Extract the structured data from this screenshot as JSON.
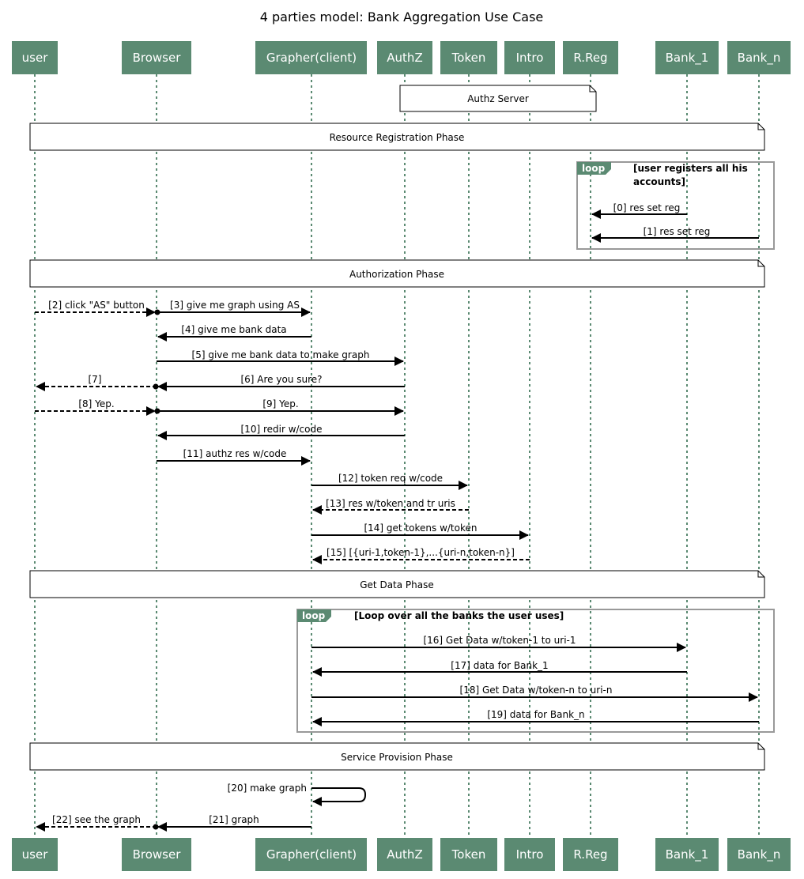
{
  "title": "4 parties model: Bank Aggregation Use Case",
  "colors": {
    "participant": "#5b8a72",
    "lifeline": "#5b8a72",
    "frame": "#999999"
  },
  "participants": [
    {
      "id": "user",
      "label": "user"
    },
    {
      "id": "browser",
      "label": "Browser"
    },
    {
      "id": "grapher",
      "label": "Grapher(client)"
    },
    {
      "id": "authz",
      "label": "AuthZ"
    },
    {
      "id": "token",
      "label": "Token"
    },
    {
      "id": "intro",
      "label": "Intro"
    },
    {
      "id": "rreg",
      "label": "R.Reg"
    },
    {
      "id": "bank1",
      "label": "Bank_1"
    },
    {
      "id": "bankn",
      "label": "Bank_n"
    }
  ],
  "notes": [
    "Authz Server"
  ],
  "phases": [
    "Resource Registration Phase",
    "Authorization Phase",
    "Get Data Phase",
    "Service Provision Phase"
  ],
  "loops": [
    {
      "tag": "loop",
      "condition": "[user registers all his\naccounts]"
    },
    {
      "tag": "loop",
      "condition": "[Loop over all the banks the user uses]"
    }
  ],
  "messages": [
    "[0] res set reg",
    "[1] res set reg",
    "[2] click \"AS\" button",
    "[3] give me graph using AS",
    "[4] give me bank data",
    "[5] give me bank data to make graph",
    "[6] Are you sure?",
    "[7]",
    "[8] Yep.",
    "[9] Yep.",
    "[10] redir w/code",
    "[11] authz res w/code",
    "[12] token req w/code",
    "[13] res w/token and tr uris",
    "[14] get tokens w/token",
    "[15] [{uri-1,token-1},...{uri-n,token-n}]",
    "[16] Get Data w/token-1 to uri-1",
    "[17] data for Bank_1",
    "[18] Get Data w/token-n to uri-n",
    "[19] data for Bank_n",
    "[20] make graph",
    "[21] graph",
    "[22] see the graph"
  ]
}
